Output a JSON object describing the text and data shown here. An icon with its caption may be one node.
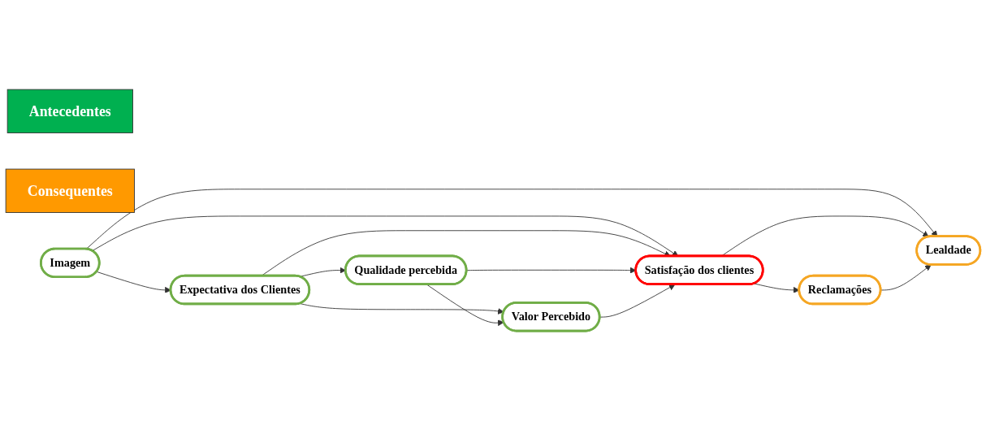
{
  "diagram": {
    "nodes": [
      {
        "text": [
          "Antecedentes"
        ]
      },
      {
        "text": [
          "Consequentes"
        ]
      },
      {
        "text": [
          "Expectativa dos Clientes"
        ]
      },
      {
        "text": [
          "Imagem"
        ]
      },
      {
        "text": [
          "Satisfação dos clientes"
        ]
      },
      {
        "text": [
          "Lealdade"
        ]
      },
      {
        "text": [
          "Qualidade percebida"
        ]
      },
      {
        "text": [
          "Valor Percebido"
        ]
      },
      {
        "text": [
          "Reclamações"
        ]
      }
    ],
    "edges": [
      {
        "from": 3,
        "to": 2,
        "arrow": "to"
      },
      {
        "from": 3,
        "to": 5,
        "arrow": "to"
      },
      {
        "from": 3,
        "to": 4,
        "arrow": "to"
      },
      {
        "from": 2,
        "to": 4,
        "arrow": "to"
      },
      {
        "from": 2,
        "to": 6,
        "arrow": "to"
      },
      {
        "from": 2,
        "to": 7,
        "arrow": "to"
      },
      {
        "from": 6,
        "to": 4,
        "arrow": "to"
      },
      {
        "from": 6,
        "to": 7,
        "arrow": "to"
      },
      {
        "from": 7,
        "to": 4,
        "arrow": "to"
      },
      {
        "from": 4,
        "to": 5,
        "arrow": "to"
      },
      {
        "from": 4,
        "to": 8,
        "arrow": "to"
      },
      {
        "from": 8,
        "to": 5,
        "arrow": "to"
      }
    ]
  }
}
